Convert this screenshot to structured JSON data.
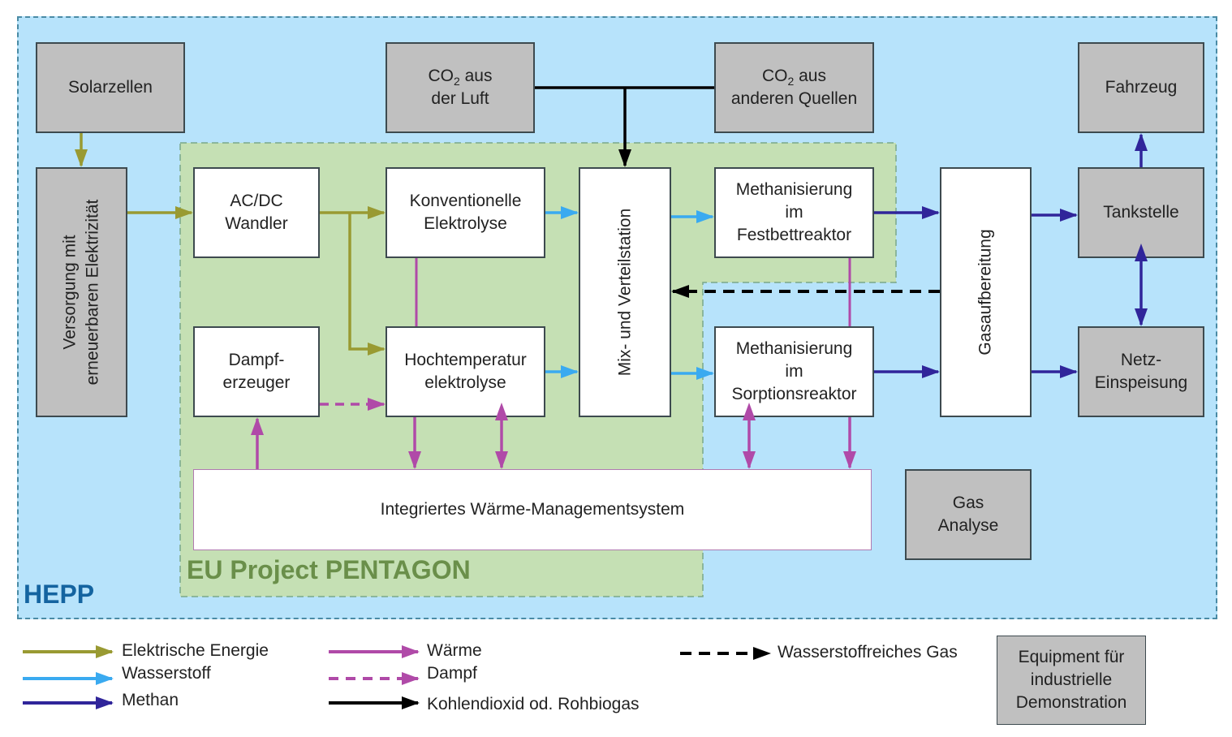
{
  "regions": {
    "hepp": "HEPP",
    "pentagon": "EU Project PENTAGON"
  },
  "colors": {
    "hepp_bg": "#b7e3fb",
    "pentagon_bg": "#c5e0b4",
    "electric": "#999a32",
    "hydrogen": "#3aaaf0",
    "methane": "#30259a",
    "heat": "#b04aa8",
    "co2": "#000000",
    "equipment_box": "#c0c0c0"
  },
  "boxes": {
    "solarzellen": "Solarzellen",
    "co2_luft_pre": "CO",
    "co2_luft_sub": "2",
    "co2_luft_post": " aus",
    "co2_luft_line2": "der Luft",
    "co2_quellen_pre": "CO",
    "co2_quellen_sub": "2",
    "co2_quellen_post": " aus",
    "co2_quellen_line2": "anderen Quellen",
    "fahrzeug": "Fahrzeug",
    "versorgung_line1": "Versorgung mit",
    "versorgung_line2": "erneuerbaren Elektrizität",
    "acdc_line1": "AC/DC",
    "acdc_line2": "Wandler",
    "konv_line1": "Konventionelle",
    "konv_line2": "Elektrolyse",
    "mix": "Mix- und Verteilstation",
    "meth_fest_line1": "Methanisierung",
    "meth_fest_line2": "im",
    "meth_fest_line3": "Festbettreaktor",
    "gasaufbereitung": "Gasaufbereitung",
    "tankstelle": "Tankstelle",
    "dampf_line1": "Dampf-",
    "dampf_line2": "erzeuger",
    "hochtemp_line1": "Hochtemperatur",
    "hochtemp_line2": "elektrolyse",
    "meth_sorp_line1": "Methanisierung",
    "meth_sorp_line2": "im",
    "meth_sorp_line3": "Sorptionsreaktor",
    "netz_line1": "Netz-",
    "netz_line2": "Einspeisung",
    "waerme": "Integriertes Wärme-Managementsystem",
    "gas_analyse_line1": "Gas",
    "gas_analyse_line2": "Analyse"
  },
  "legend": {
    "items": [
      {
        "label": "Elektrische Energie",
        "type": "electric",
        "style": "solid"
      },
      {
        "label": "Wasserstoff",
        "type": "hydrogen",
        "style": "solid"
      },
      {
        "label": "Methan",
        "type": "methane",
        "style": "solid"
      },
      {
        "label": "Wärme",
        "type": "heat",
        "style": "solid"
      },
      {
        "label": "Dampf",
        "type": "heat",
        "style": "dashed"
      },
      {
        "label": "Kohlendioxid od. Rohbiogas",
        "type": "co2",
        "style": "solid"
      },
      {
        "label": "Wasserstoffreiches Gas",
        "type": "co2",
        "style": "dashed"
      }
    ],
    "equipment_line1": "Equipment für",
    "equipment_line2": "industrielle",
    "equipment_line3": "Demonstration"
  }
}
